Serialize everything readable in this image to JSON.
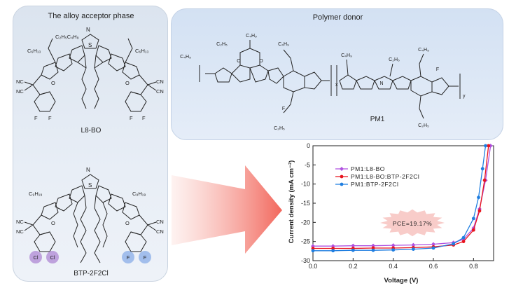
{
  "left_panel": {
    "title": "The alloy acceptor phase",
    "molecule_top_label": "L8-BO",
    "molecule_bottom_label": "BTP-2F2Cl",
    "atoms_top": {
      "c6h13": "C₆H₁₃",
      "c2h5c4h9": "C₂H₅C₄H₉",
      "nc": "NC",
      "cn": "CN",
      "f": "F",
      "o": "O",
      "n": "N",
      "s": "S"
    },
    "atoms_bottom": {
      "c9h19": "C₉H₁₉",
      "nc": "NC",
      "cn": "CN",
      "cl": "Cl",
      "f": "F",
      "o": "O",
      "n": "N",
      "s": "S"
    },
    "colors": {
      "cl_bubble": "#b28fd6",
      "f_bubble": "#8fb2e8"
    }
  },
  "right_panel": {
    "title": "Polymer donor",
    "polymer_label": "PM1",
    "atoms": {
      "c4h9": "C₄H₉",
      "c2h5": "C₂H₅",
      "o": "O",
      "f": "F",
      "s": "S",
      "n": "N",
      "x": "x",
      "y": "y"
    }
  },
  "arrow": {
    "color_start": "#fde7e4",
    "color_end": "#f2675c"
  },
  "chart_data": {
    "type": "line",
    "xlabel": "Voltage (V)",
    "ylabel": "Current density (mA cm⁻²)",
    "xlim": [
      0.0,
      0.9
    ],
    "ylim": [
      -30,
      0
    ],
    "xticks": [
      "0.0",
      "0.2",
      "0.4",
      "0.6",
      "0.8"
    ],
    "yticks": [
      "0",
      "-5",
      "-10",
      "-15",
      "-20",
      "-25",
      "-30"
    ],
    "annotation": "PCE=19.17%",
    "series": [
      {
        "name": "PM1:L8-BO",
        "color": "#b052e0",
        "marker": "diamond",
        "points": [
          [
            0.0,
            -26.2
          ],
          [
            0.1,
            -26.2
          ],
          [
            0.2,
            -26.1
          ],
          [
            0.3,
            -26.1
          ],
          [
            0.4,
            -26.0
          ],
          [
            0.5,
            -25.9
          ],
          [
            0.6,
            -25.7
          ],
          [
            0.7,
            -25.3
          ],
          [
            0.75,
            -24.4
          ],
          [
            0.8,
            -21.5
          ],
          [
            0.83,
            -16.5
          ],
          [
            0.86,
            -9.0
          ],
          [
            0.885,
            0.0
          ]
        ]
      },
      {
        "name": "PM1:L8-BO:BTP-2F2Cl",
        "color": "#e8141e",
        "marker": "circle",
        "points": [
          [
            0.0,
            -26.8
          ],
          [
            0.1,
            -26.8
          ],
          [
            0.2,
            -26.8
          ],
          [
            0.3,
            -26.7
          ],
          [
            0.4,
            -26.7
          ],
          [
            0.5,
            -26.6
          ],
          [
            0.6,
            -26.4
          ],
          [
            0.7,
            -25.9
          ],
          [
            0.75,
            -25.0
          ],
          [
            0.8,
            -22.0
          ],
          [
            0.83,
            -17.0
          ],
          [
            0.855,
            -9.0
          ],
          [
            0.875,
            0.0
          ]
        ]
      },
      {
        "name": "PM1:BTP-2F2Cl",
        "color": "#1f7ee0",
        "marker": "circle",
        "points": [
          [
            0.0,
            -27.4
          ],
          [
            0.1,
            -27.4
          ],
          [
            0.2,
            -27.3
          ],
          [
            0.3,
            -27.3
          ],
          [
            0.4,
            -27.2
          ],
          [
            0.5,
            -27.0
          ],
          [
            0.6,
            -26.7
          ],
          [
            0.7,
            -25.6
          ],
          [
            0.75,
            -24.0
          ],
          [
            0.8,
            -19.0
          ],
          [
            0.825,
            -13.5
          ],
          [
            0.845,
            -6.0
          ],
          [
            0.86,
            0.0
          ]
        ]
      }
    ]
  }
}
